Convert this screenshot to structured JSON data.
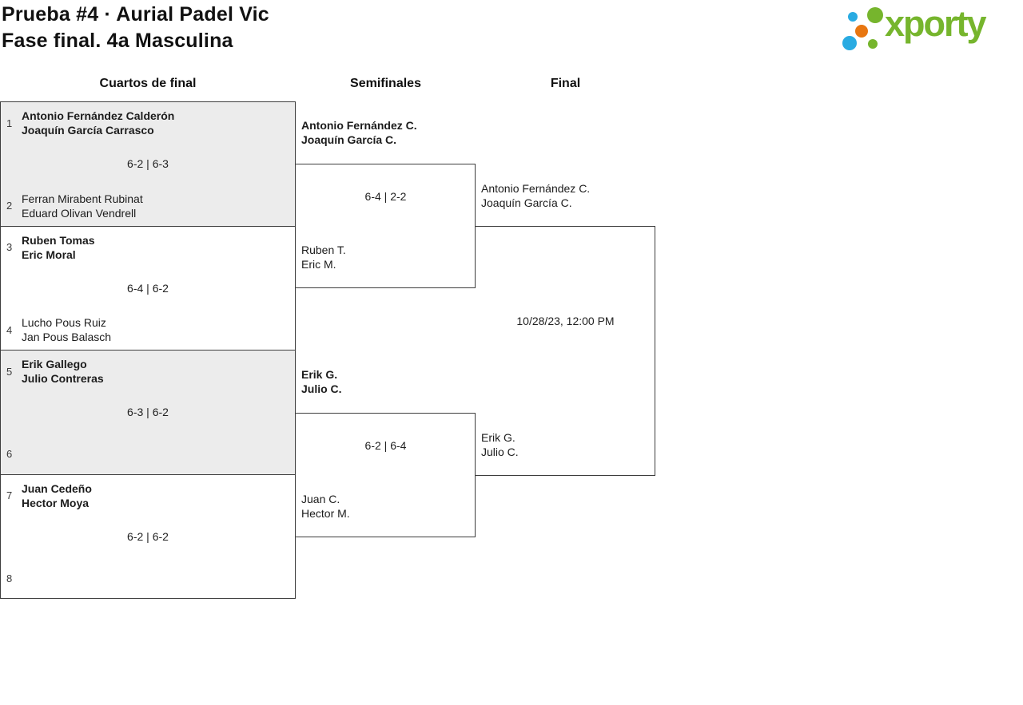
{
  "header": {
    "title_line1": "Prueba #4 · Aurial Padel Vic",
    "title_line2": "Fase final. 4a Masculina"
  },
  "logo": {
    "text": "xporty",
    "green": "#76b52d",
    "blue": "#29abe2",
    "orange": "#e87611"
  },
  "round_headers": {
    "quarterfinals": "Cuartos de final",
    "semifinals": "Semifinales",
    "final": "Final"
  },
  "quarterfinals": [
    {
      "seed_top": "1",
      "team_top_line1": "Antonio Fernández Calderón",
      "team_top_line2": "Joaquín García Carrasco",
      "score": "6-2 | 6-3",
      "seed_bottom": "2",
      "team_bottom_line1": "Ferran Mirabent Rubinat",
      "team_bottom_line2": "Eduard Olivan Vendrell"
    },
    {
      "seed_top": "3",
      "team_top_line1": "Ruben Tomas",
      "team_top_line2": "Eric Moral",
      "score": "6-4 | 6-2",
      "seed_bottom": "4",
      "team_bottom_line1": "Lucho Pous Ruiz",
      "team_bottom_line2": "Jan Pous Balasch"
    },
    {
      "seed_top": "5",
      "team_top_line1": "Erik Gallego",
      "team_top_line2": "Julio Contreras",
      "score": "6-3 | 6-2",
      "seed_bottom": "6",
      "team_bottom_line1": "",
      "team_bottom_line2": ""
    },
    {
      "seed_top": "7",
      "team_top_line1": "Juan Cedeño",
      "team_top_line2": "Hector Moya",
      "score": "6-2 | 6-2",
      "seed_bottom": "8",
      "team_bottom_line1": "",
      "team_bottom_line2": ""
    }
  ],
  "semifinals": [
    {
      "team_top_line1": "Antonio Fernández C.",
      "team_top_line2": "Joaquín García C.",
      "score": "6-4 | 2-2",
      "team_bottom_line1": "Ruben T.",
      "team_bottom_line2": "Eric M."
    },
    {
      "team_top_line1": "Erik G.",
      "team_top_line2": "Julio C.",
      "score": "6-2 | 6-4",
      "team_bottom_line1": "Juan C.",
      "team_bottom_line2": "Hector M."
    }
  ],
  "final": {
    "team_top_line1": "Antonio Fernández C.",
    "team_top_line2": "Joaquín García C.",
    "schedule": "10/28/23, 12:00 PM",
    "team_bottom_line1": "Erik G.",
    "team_bottom_line2": "Julio C."
  }
}
